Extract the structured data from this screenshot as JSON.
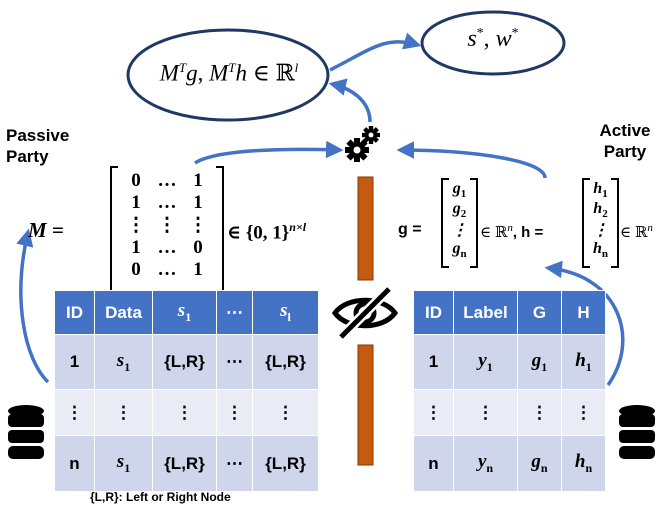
{
  "labels": {
    "passive_party": "Passive Party",
    "active_party": "Active Party",
    "footnote": "{L,R}: Left or Right Node"
  },
  "top": {
    "result_ellipse": "s*, w*",
    "aggregate_ellipse": "MTg, MTh ∈ ℝl"
  },
  "matrix_M": {
    "lhs": "M",
    "rows": [
      [
        "0",
        "…",
        "1"
      ],
      [
        "1",
        "…",
        "1"
      ],
      [
        "⋮",
        "⋮",
        "⋮"
      ],
      [
        "1",
        "…",
        "0"
      ],
      [
        "0",
        "…",
        "1"
      ]
    ],
    "membership": "∈ {0, 1}",
    "exponent": "n×l"
  },
  "vectors": {
    "g_label": "g",
    "g_rows": [
      "g1",
      "g2",
      "⋮",
      "gn"
    ],
    "g_membership": "∈ ℝ",
    "g_exponent": "n",
    "h_label": "h",
    "h_rows": [
      "h1",
      "h2",
      "⋮",
      "hn"
    ],
    "h_membership": "∈ ℝ",
    "h_exponent": "n"
  },
  "passive_table": {
    "headers": [
      "ID",
      "Data",
      "s1",
      "⋯",
      "sl"
    ],
    "rows": [
      [
        "1",
        "s1",
        "{L,R}",
        "⋯",
        "{L,R}"
      ],
      [
        "⋮",
        "⋮",
        "⋮",
        "⋮",
        "⋮"
      ],
      [
        "n",
        "s1",
        "{L,R}",
        "⋯",
        "{L,R}"
      ]
    ]
  },
  "active_table": {
    "headers": [
      "ID",
      "Label",
      "G",
      "H"
    ],
    "rows": [
      [
        "1",
        "y1",
        "g1",
        "h1"
      ],
      [
        "⋮",
        "⋮",
        "⋮",
        "⋮"
      ],
      [
        "n",
        "yn",
        "gn",
        "hn"
      ]
    ]
  },
  "icons": [
    "database-icon",
    "gears-icon",
    "eye-slash-icon"
  ],
  "colors": {
    "arrow": "#4472c4",
    "table_header": "#4472c4",
    "table_row_dark": "#cfd5ea",
    "table_row_light": "#e9ebf5",
    "divider": "#c55a11",
    "ellipse_border": "#1f3864"
  }
}
